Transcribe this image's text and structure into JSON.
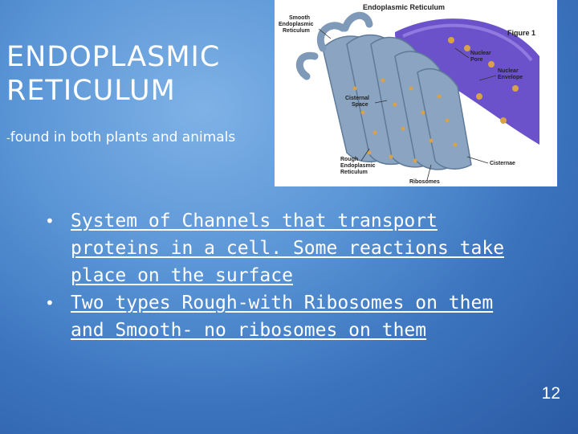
{
  "slide": {
    "title_line1": "ENDOPLASMIC",
    "title_line2": "RETICULUM",
    "subtitle_dash": "-",
    "subtitle": "found in both plants and animals",
    "bullets": [
      "System of Channels that transport proteins in a cell. Some reactions take place on the surface",
      "Two types Rough-with Ribosomes on them and Smooth- no ribosomes on them"
    ],
    "page_number": "12"
  },
  "figure": {
    "heading": "Endoplasmic Reticulum",
    "figure_label": "Figure 1",
    "labels": {
      "smooth_er": [
        "Smooth",
        "Endoplasmic",
        "Reticulum"
      ],
      "nuclear_pore": [
        "Nuclear",
        "Pore"
      ],
      "nuclear_envelope": [
        "Nuclear",
        "Envelope"
      ],
      "cisternal_space": [
        "Cisternal",
        "Space"
      ],
      "rough_er": [
        "Rough",
        "Endoplasmic",
        "Reticulum"
      ],
      "cisternae": "Cisternae",
      "ribosomes": "Ribosomes"
    }
  },
  "colors": {
    "background": "#4a85cc",
    "text": "#ffffff",
    "membrane": "#8aa4c2",
    "nucleus": "#5b3fc4",
    "ribosome": "#d9a24a"
  },
  "icons": {
    "bullet": "bullet-dot-icon"
  }
}
